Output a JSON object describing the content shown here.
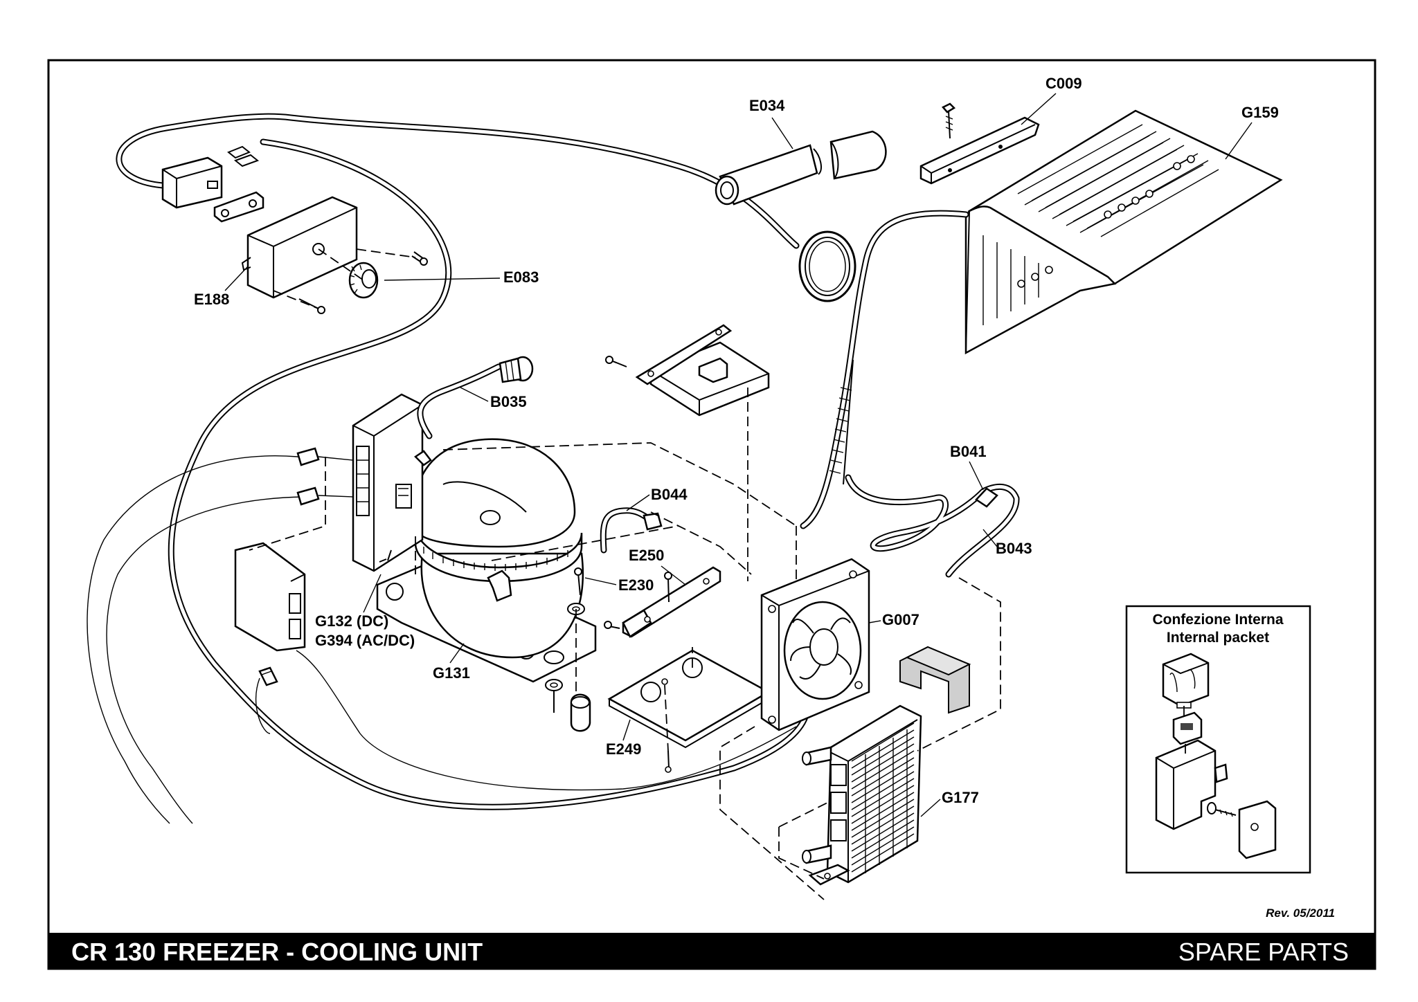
{
  "footer": {
    "title": "CR 130 FREEZER - COOLING UNIT",
    "section": "SPARE PARTS",
    "revision": "Rev. 05/2011"
  },
  "packet": {
    "line1": "Confezione Interna",
    "line2": "Internal packet"
  },
  "parts": {
    "C009": "C009",
    "E034": "E034",
    "G159": "G159",
    "E083": "E083",
    "E188": "E188",
    "B035": "B035",
    "B041": "B041",
    "B043": "B043",
    "B044": "B044",
    "E250": "E250",
    "E230": "E230",
    "G007": "G007",
    "G132": "G132 (DC)",
    "G394": "G394 (AC/DC)",
    "G131": "G131",
    "E249": "E249",
    "G177": "G177"
  }
}
